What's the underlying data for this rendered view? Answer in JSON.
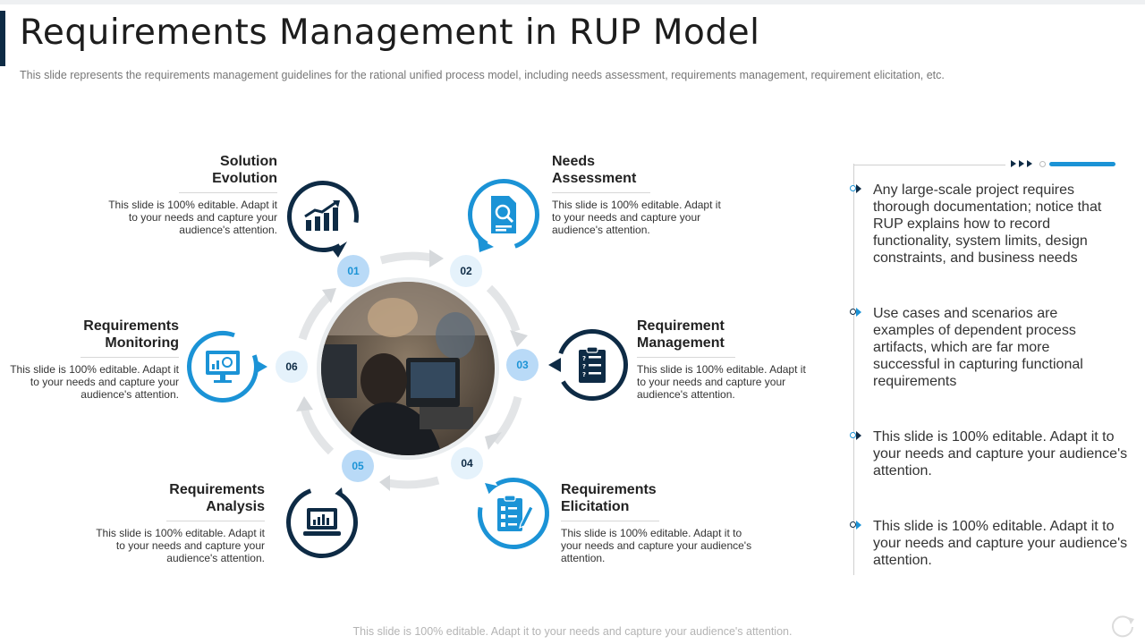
{
  "slide": {
    "title": "Requirements Management in RUP Model",
    "subtitle": "This slide represents the requirements management guidelines for the rational unified process model, including needs assessment, requirements management, requirement elicitation, etc.",
    "footer": "This slide is 100% editable. Adapt it to your needs and capture your audience's attention."
  },
  "steps": [
    {
      "num": "01",
      "title": "Solution Evolution",
      "desc": "This slide is 100% editable. Adapt it to your needs and capture your audience's attention.",
      "icon": "growth-chart-icon"
    },
    {
      "num": "02",
      "title": "Needs Assessment",
      "desc": "This slide is 100% editable. Adapt it to your needs and capture your audience's attention.",
      "icon": "document-search-icon"
    },
    {
      "num": "03",
      "title": "Requirement Management",
      "desc": "This slide is 100% editable. Adapt it to your needs and capture your audience's attention.",
      "icon": "checklist-icon"
    },
    {
      "num": "04",
      "title": "Requirements Elicitation",
      "desc": "This slide is 100% editable. Adapt it to your needs and capture your audience's attention.",
      "icon": "clipboard-pen-icon"
    },
    {
      "num": "05",
      "title": "Requirements Analysis",
      "desc": "This slide is 100% editable. Adapt it to your needs and capture your audience's attention.",
      "icon": "laptop-chart-icon"
    },
    {
      "num": "06",
      "title": "Requirements Monitoring",
      "desc": "This slide is 100% editable. Adapt it to your needs and capture your audience's attention.",
      "icon": "monitor-dashboard-icon"
    }
  ],
  "side_points": [
    "Any large-scale project requires thorough documentation; notice that RUP explains how to record functionality, system limits, design constraints, and business needs",
    "Use cases and scenarios are examples of dependent process artifacts, which are far more successful in capturing functional requirements",
    "This slide is 100% editable. Adapt it to your needs and capture your audience's attention.",
    "This slide is 100% editable. Adapt it to your needs and capture your audience's attention."
  ],
  "colors": {
    "accent_blue": "#1b93d6",
    "dark_navy": "#0e2b45",
    "light_blue": "#b9daf7"
  }
}
